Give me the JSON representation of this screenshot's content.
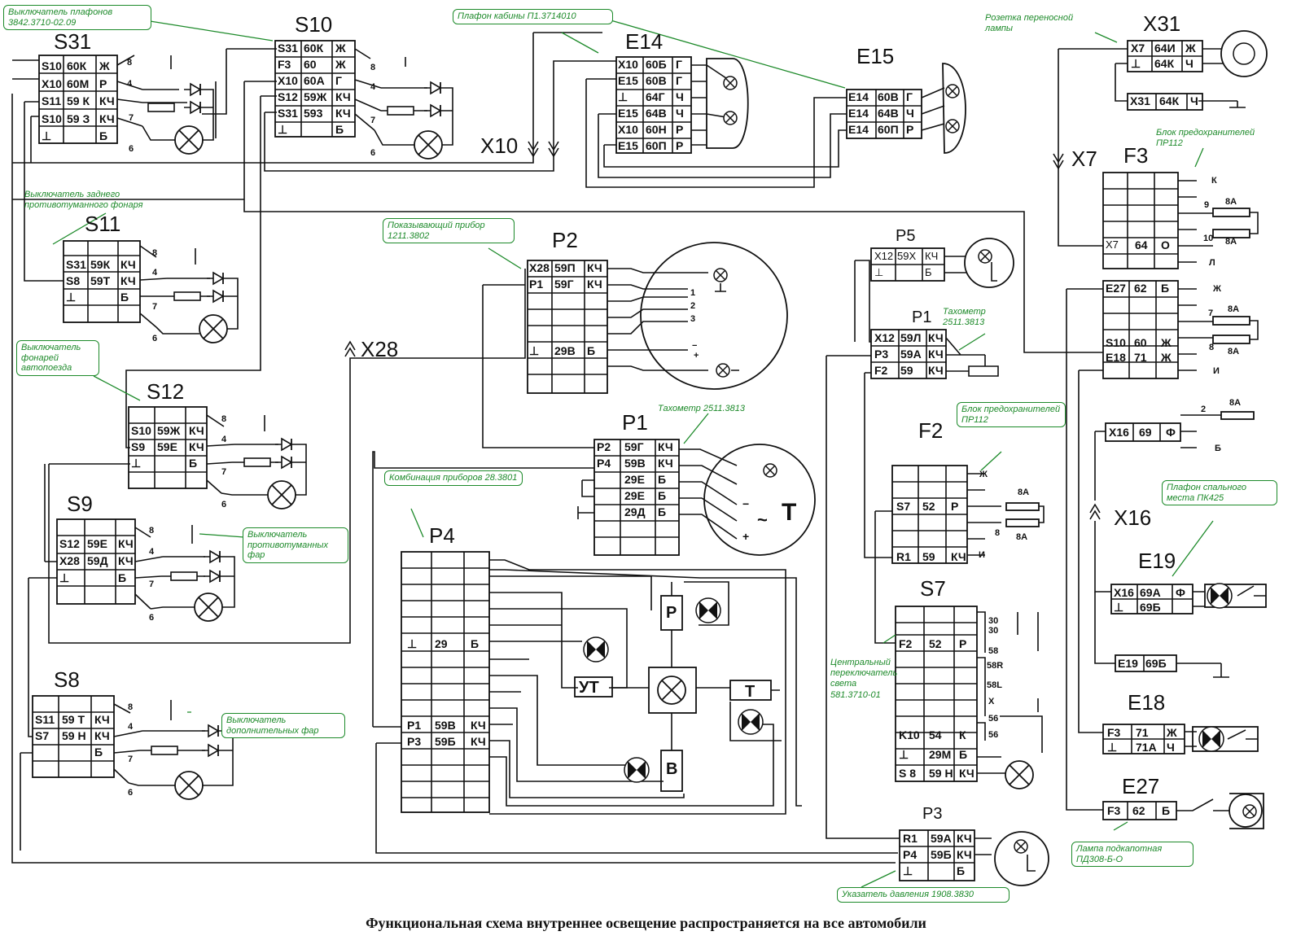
{
  "caption": "Функциональная схема внутреннее освещение распространяется на все автомобили",
  "colors": {
    "ink": "#111111",
    "note": "#1d8a2a"
  },
  "blocks": {
    "S31": {
      "title": "S31",
      "rows": [
        [
          "S10",
          "60К",
          "Ж"
        ],
        [
          "X10",
          "60М",
          "Р"
        ],
        [
          "S11",
          "59 К",
          "КЧ"
        ],
        [
          "S10",
          "59 З",
          "КЧ"
        ],
        [
          "⊥",
          "",
          "Б"
        ]
      ],
      "nodes": [
        "8",
        "4",
        "7",
        "6"
      ]
    },
    "S10": {
      "title": "S10",
      "rows": [
        [
          "S31",
          "60К",
          "Ж"
        ],
        [
          "F3",
          "60",
          "Ж"
        ],
        [
          "X10",
          "60А",
          "Г"
        ],
        [
          "S12",
          "59Ж",
          "КЧ"
        ],
        [
          "S31",
          "593",
          "КЧ"
        ],
        [
          "⊥",
          "",
          "Б"
        ]
      ],
      "nodes": [
        "8",
        "4",
        "7",
        "6"
      ]
    },
    "S11": {
      "title": "S11",
      "rows": [
        [
          "",
          "",
          ""
        ],
        [
          "S31",
          "59К",
          "КЧ"
        ],
        [
          "S8",
          "59Т",
          "КЧ"
        ],
        [
          "⊥",
          "",
          "Б"
        ]
      ],
      "nodes": [
        "8",
        "4",
        "7",
        "6"
      ]
    },
    "S12": {
      "title": "S12",
      "rows": [
        [
          "",
          "",
          ""
        ],
        [
          "S10",
          "59Ж",
          "КЧ"
        ],
        [
          "S9",
          "59Е",
          "КЧ"
        ],
        [
          "⊥",
          "",
          "Б"
        ]
      ],
      "nodes": [
        "8",
        "4",
        "7",
        "6"
      ]
    },
    "S9": {
      "title": "S9",
      "rows": [
        [
          "",
          "",
          ""
        ],
        [
          "S12",
          "59Е",
          "КЧ"
        ],
        [
          "X28",
          "59Д",
          "КЧ"
        ],
        [
          "⊥",
          "",
          "Б"
        ]
      ],
      "nodes": [
        "8",
        "4",
        "7",
        "6"
      ]
    },
    "S8": {
      "title": "S8",
      "rows": [
        [
          "",
          "",
          ""
        ],
        [
          "S11",
          "59 Т",
          "КЧ"
        ],
        [
          "S7",
          "59 Н",
          "КЧ"
        ],
        [
          "",
          "",
          "Б"
        ]
      ],
      "nodes": [
        "8",
        "4",
        "7",
        "6"
      ]
    },
    "E14": {
      "title": "E14",
      "rows": [
        [
          "X10",
          "60Б",
          "Г"
        ],
        [
          "E15",
          "60В",
          "Г"
        ],
        [
          "⊥",
          "64Г",
          "Ч"
        ],
        [
          "E15",
          "64В",
          "Ч"
        ],
        [
          "X10",
          "60Н",
          "Р"
        ],
        [
          "E15",
          "60П",
          "Р"
        ]
      ]
    },
    "E15": {
      "title": "E15",
      "rows": [
        [
          "E14",
          "60В",
          "Г"
        ],
        [
          "E14",
          "64В",
          "Ч"
        ],
        [
          "E14",
          "60П",
          "Р"
        ]
      ]
    },
    "X31": {
      "title": "X31",
      "rows": [
        [
          "X7",
          "64И",
          "Ж"
        ],
        [
          "⊥",
          "64К",
          "Ч"
        ]
      ],
      "lower": [
        "X31",
        "64К",
        "Ч"
      ]
    },
    "F3": {
      "title": "F3",
      "connector": "X7",
      "row": [
        "X7",
        "64",
        "О"
      ],
      "pins": [
        "К",
        "9",
        "8А",
        "10",
        "8А",
        "Л"
      ],
      "lower": [
        [
          "E27",
          "62",
          "Б"
        ],
        [
          "",
          "",
          ""
        ],
        [
          "",
          "",
          ""
        ],
        [
          "S10",
          "60",
          "Ж"
        ],
        [
          "E18",
          "71",
          "Ж"
        ]
      ],
      "lowerPins": [
        "Ж",
        "7",
        "8А",
        "8",
        "8А",
        "И"
      ]
    },
    "P2": {
      "title": "P2",
      "rows": [
        [
          "X28",
          "59П",
          "КЧ"
        ],
        [
          "P1",
          "59Г",
          "КЧ"
        ],
        [
          "⊥",
          "29В",
          "Б"
        ]
      ],
      "gauge": [
        "1",
        "2",
        "3",
        "−",
        "+"
      ]
    },
    "P1a": {
      "title": "P1",
      "rows": [
        [
          "P2",
          "59Г",
          "КЧ"
        ],
        [
          "P4",
          "59В",
          "КЧ"
        ],
        [
          "",
          "29Е",
          "Б"
        ],
        [
          "",
          "29Е",
          "Б"
        ],
        [
          "",
          "29Д",
          "Б"
        ]
      ],
      "gauge": [
        "~",
        "T",
        "+",
        "−"
      ]
    },
    "P1b": {
      "title": "P1",
      "rows": [
        [
          "X12",
          "59Л",
          "КЧ"
        ],
        [
          "P3",
          "59А",
          "КЧ"
        ],
        [
          "F2",
          "59",
          "КЧ"
        ]
      ]
    },
    "P5": {
      "title": "P5",
      "rows": [
        [
          "X12",
          "59Х",
          "КЧ"
        ],
        [
          "⊥",
          "",
          "Б"
        ]
      ]
    },
    "F2": {
      "title": "F2",
      "rows": [
        [
          "S7",
          "52",
          "Р"
        ],
        [
          "R1",
          "59",
          "КЧ"
        ]
      ],
      "pins": [
        "Ж",
        "8А",
        "8",
        "8А",
        "И"
      ]
    },
    "S7": {
      "title": "S7",
      "rows": [
        [
          "F2",
          "52",
          "Р"
        ],
        [
          "K10",
          "54",
          "К"
        ],
        [
          "⊥",
          "29М",
          "Б"
        ],
        [
          "S 8",
          "59 Н",
          "КЧ"
        ]
      ],
      "pins": [
        "30",
        "30",
        "58",
        "58R",
        "58L",
        "X",
        "56",
        "56"
      ]
    },
    "P3": {
      "title": "P3",
      "rows": [
        [
          "R1",
          "59А",
          "КЧ"
        ],
        [
          "P4",
          "59Б",
          "КЧ"
        ],
        [
          "⊥",
          "",
          "Б"
        ]
      ]
    },
    "P4": {
      "title": "P4",
      "rows": [
        [
          "⊥",
          "29",
          "Б"
        ],
        [
          "P1",
          "59В",
          "КЧ"
        ],
        [
          "P3",
          "59Б",
          "КЧ"
        ]
      ],
      "parts": [
        "P",
        "УТ",
        "T",
        "B"
      ]
    },
    "X16": {
      "title": "X16",
      "row": [
        "X16",
        "69",
        "Ф"
      ],
      "pins": [
        "2",
        "8А",
        "Б"
      ]
    },
    "E19": {
      "title": "E19",
      "rows": [
        [
          "X16",
          "69А",
          "Ф"
        ],
        [
          "⊥",
          "69Б",
          ""
        ]
      ],
      "lower": [
        "E19",
        "69Б"
      ]
    },
    "E18": {
      "title": "E18",
      "rows": [
        [
          "F3",
          "71",
          "Ж"
        ],
        [
          "⊥",
          "71А",
          "Ч"
        ]
      ]
    },
    "E27": {
      "title": "E27",
      "row": [
        "F3",
        "62",
        "Б"
      ]
    }
  },
  "connectors": {
    "x10": "X10",
    "x28": "X28",
    "x7": "X7",
    "x16": "X16"
  },
  "notes": {
    "s31": "Выключатель плафонов 3842.3710-02.09",
    "e14": "Плафон кабины П1.3714010",
    "x31": "Розетка переносной лампы",
    "f3": "Блок предохранителей ПР112",
    "s11": "Выключатель заднего противотуманного фонаря",
    "p2": "Показывающий прибор 1211.3802",
    "p1": "Тахометр 2511.3813",
    "p1b": "Тахометр 2511.3813",
    "s12": "Выключатель фонарей автопоезда",
    "f2": "Блок предохранителей ПР112",
    "p4": "Комбинация приборов 28.3801",
    "s9": "Выключатель противотуманных фар",
    "e19": "Плафон спального места ПК425",
    "s7": "Центральный переключатель света 581.3710-01",
    "s8": "Выключатель дополнительных фар",
    "e27": "Лампа подкапотная ПД308-Б-О",
    "p3": "Указатель давления 1908.3830"
  }
}
